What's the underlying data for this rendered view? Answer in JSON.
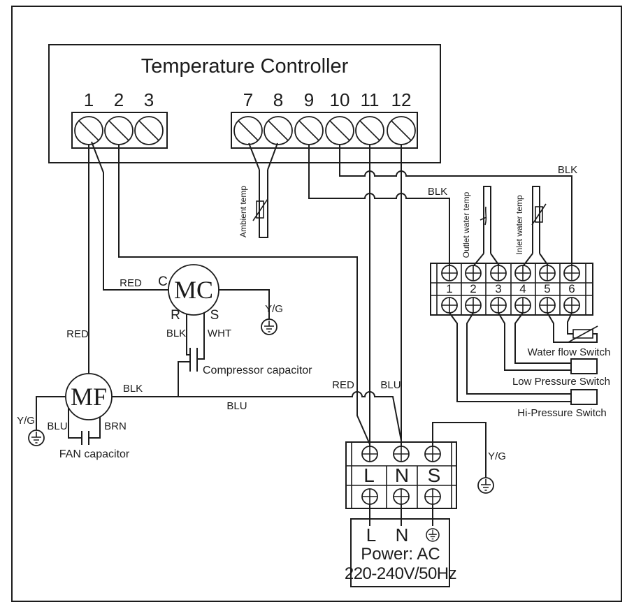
{
  "title": "Temperature Controller",
  "controller": {
    "left_terminals": [
      "1",
      "2",
      "3"
    ],
    "right_terminals": [
      "7",
      "8",
      "9",
      "10",
      "11",
      "12"
    ]
  },
  "ambient_label": "Ambient temp",
  "sensor_block": {
    "numbers": [
      "1",
      "2",
      "3",
      "4",
      "5",
      "6"
    ],
    "outlet_label": "Outlet water temp",
    "inlet_label": "Inlet water temp"
  },
  "switches": {
    "water_flow": "Water flow Switch",
    "low_pressure": "Low Pressure Switch",
    "hi_pressure": "Hi-Pressure Switch"
  },
  "compressor": {
    "name": "MC",
    "c": "C",
    "r": "R",
    "s": "S",
    "capacitor": "Compressor capacitor"
  },
  "fan": {
    "name": "MF",
    "capacitor": "FAN capacitor"
  },
  "wires": {
    "red_mf": "RED",
    "red_mc": "RED",
    "red_power": "RED",
    "blk_mc": "BLK",
    "wht_mc": "WHT",
    "blk_mf": "BLK",
    "blu_main": "BLU",
    "blu_power": "BLU",
    "blk_sensor1": "BLK",
    "blk_sensor6": "BLK",
    "blu_fan": "BLU",
    "brn_fan": "BRN",
    "yg_mc": "Y/G",
    "yg_mf": "Y/G",
    "yg_power": "Y/G"
  },
  "power_strip": {
    "labels": [
      "L",
      "N",
      "S"
    ]
  },
  "power_box": {
    "l": "L",
    "n": "N",
    "line1": "Power: AC",
    "line2": "220-240V/50Hz"
  },
  "colors": {
    "line": "#1c1c1c",
    "background": "#ffffff"
  }
}
